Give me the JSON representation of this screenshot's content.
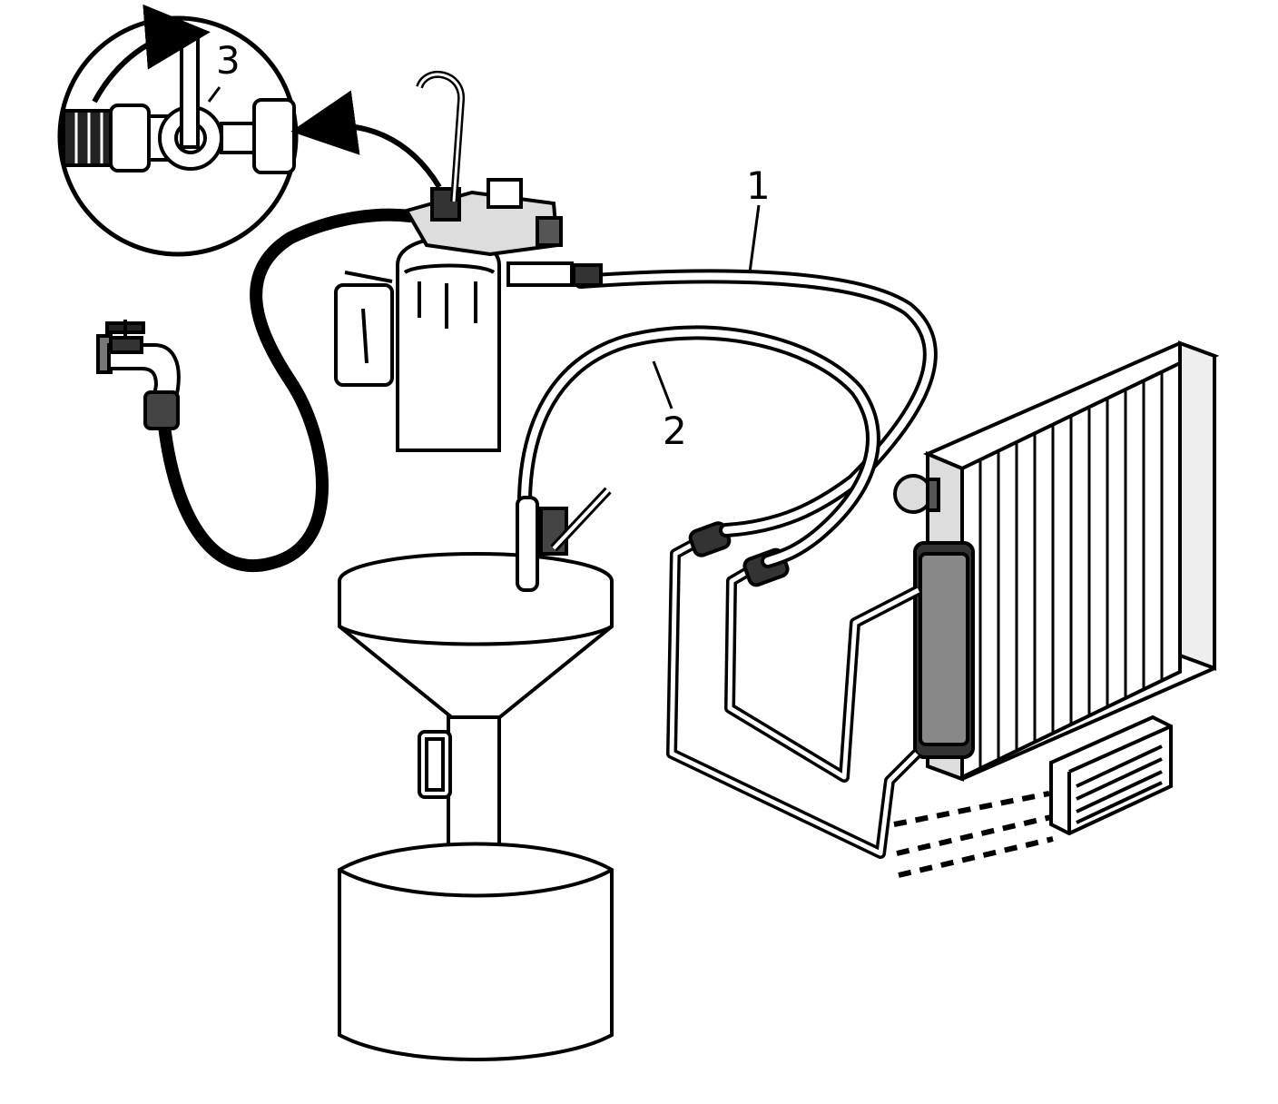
{
  "labels": {
    "one": "1",
    "two": "2",
    "three": "3"
  },
  "colors": {
    "ink": "#000000",
    "paper": "#ffffff",
    "shade": "#555555"
  }
}
